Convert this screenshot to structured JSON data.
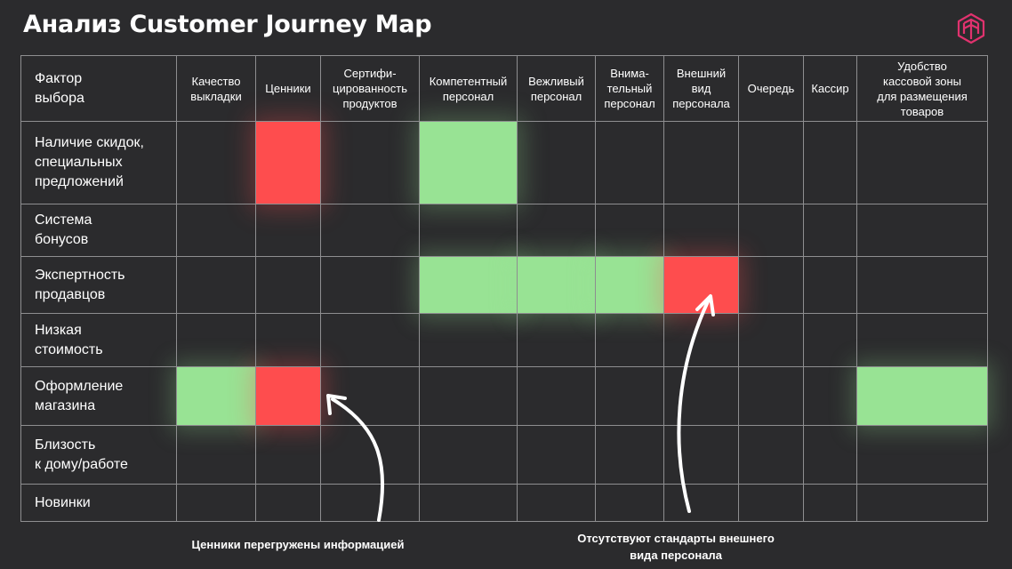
{
  "title": "Анализ Customer Journey Map",
  "logo_icon": "brand-logo-icon",
  "colors": {
    "background": "#2b2b2d",
    "grid": "#8e8e90",
    "positive": "#98e394",
    "negative": "#fe4d4e",
    "logo": "#e0326e"
  },
  "table": {
    "corner_label": "Фактор\nвыбора",
    "columns": [
      "Качество\nвыкладки",
      "Ценники",
      "Сертифи-\nцированность\nпродуктов",
      "Компетентный\nперсонал",
      "Вежливый\nперсонал",
      "Внима-\nтельный\nперсонал",
      "Внешний\nвид\nперсонала",
      "Очередь",
      "Кассир",
      "Удобство\nкассовой зоны\nдля размещения\nтоваров"
    ],
    "rows": [
      {
        "label": "Наличие скидок,\nспециальных\nпредложений",
        "cells": [
          "",
          "red",
          "",
          "green",
          "",
          "",
          "",
          "",
          "",
          ""
        ]
      },
      {
        "label": "Система\nбонусов",
        "cells": [
          "",
          "",
          "",
          "",
          "",
          "",
          "",
          "",
          "",
          ""
        ]
      },
      {
        "label": "Экспертность\nпродавцов",
        "cells": [
          "",
          "",
          "",
          "green",
          "green",
          "green",
          "red",
          "",
          "",
          ""
        ]
      },
      {
        "label": "Низкая\nстоимость",
        "cells": [
          "",
          "",
          "",
          "",
          "",
          "",
          "",
          "",
          "",
          ""
        ]
      },
      {
        "label": "Оформление\nмагазина",
        "cells": [
          "green",
          "red",
          "",
          "",
          "",
          "",
          "",
          "",
          "",
          "green"
        ]
      },
      {
        "label": "Близость\nк дому/работе",
        "cells": [
          "",
          "",
          "",
          "",
          "",
          "",
          "",
          "",
          "",
          ""
        ]
      },
      {
        "label": "Новинки",
        "cells": [
          "",
          "",
          "",
          "",
          "",
          "",
          "",
          "",
          "",
          ""
        ]
      }
    ]
  },
  "annotations": {
    "price_tags_note": "Ценники перегружены информацией",
    "appearance_note": "Отсутствуют стандарты внешнего\nвида персонала"
  }
}
